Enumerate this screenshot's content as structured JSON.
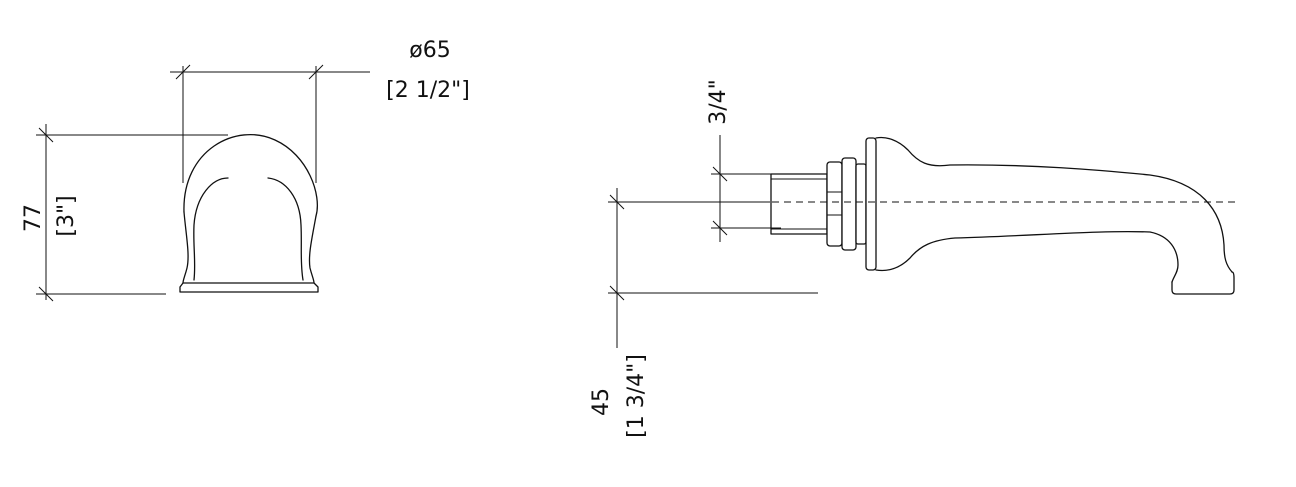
{
  "front_view": {
    "diameter_mm": "ø65",
    "diameter_in": "[2 1/2\"]",
    "height_mm": "77",
    "height_in": "[3\"]"
  },
  "side_view": {
    "thread_size": "3/4\"",
    "offset_mm": "45",
    "offset_in": "[1 3/4\"]"
  },
  "colors": {
    "line": "#111111",
    "background": "#ffffff"
  }
}
